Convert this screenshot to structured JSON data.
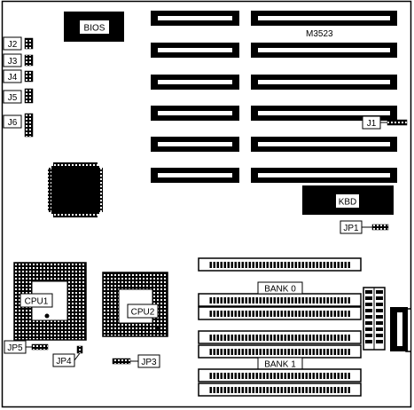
{
  "labels": {
    "bios": "BIOS",
    "model": "M3523",
    "kbd": "KBD",
    "cpu1": "CPU1",
    "cpu2": "CPU2",
    "bank0": "BANK 0",
    "bank1": "BANK 1",
    "j1": "J1",
    "j2": "J2",
    "j3": "J3",
    "j4": "J4",
    "j5": "J5",
    "j6": "J6",
    "jp1": "JP1",
    "jp3": "JP3",
    "jp4": "JP4",
    "jp5": "JP5"
  },
  "colors": {
    "ink": "#000000",
    "paper": "#ffffff"
  }
}
